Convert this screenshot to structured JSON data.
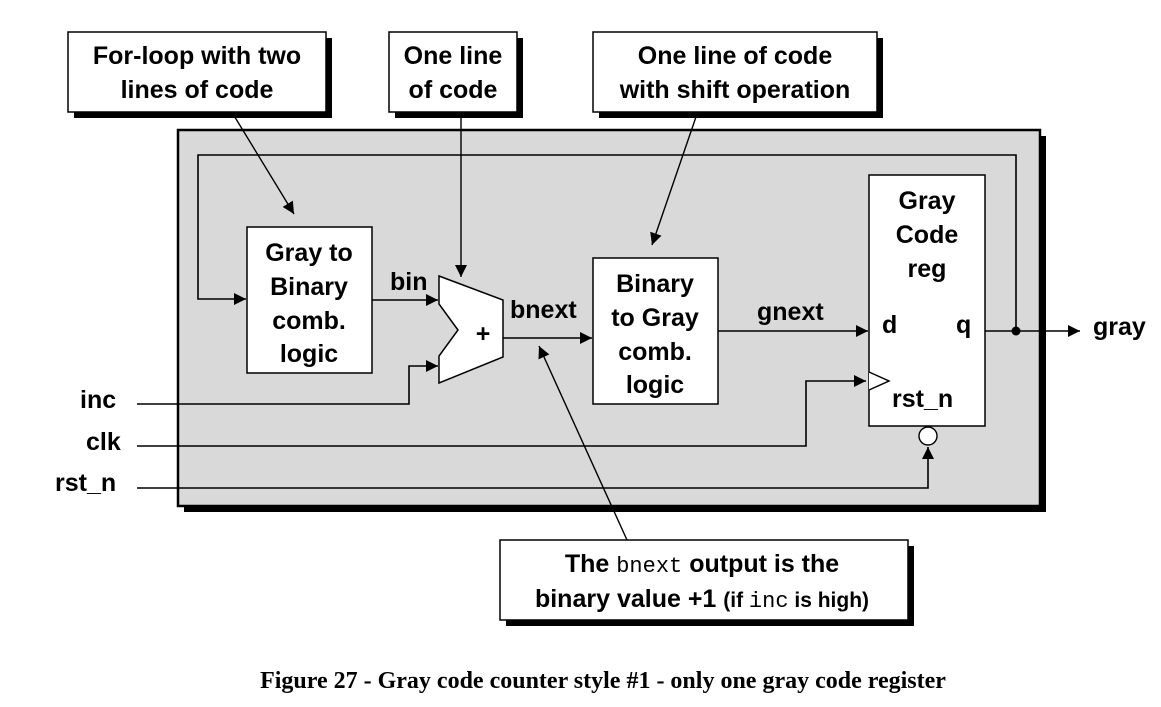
{
  "callouts": {
    "forloop": {
      "line1": "For-loop with two",
      "line2": "lines of code"
    },
    "oneline": {
      "line1": "One line",
      "line2": "of code"
    },
    "shift": {
      "line1": "One line of code",
      "line2": "with shift operation"
    },
    "bnext_note": {
      "l1_pre": "The ",
      "l1_code": "bnext",
      "l1_post": " output is the",
      "l2_pre": "binary value +1 ",
      "l2_paren_open": "(if ",
      "l2_code": "inc",
      "l2_paren_close": " is high)"
    }
  },
  "blocks": {
    "g2b": {
      "line1": "Gray to",
      "line2": "Binary",
      "line3": "comb.",
      "line4": "logic"
    },
    "b2g": {
      "line1": "Binary",
      "line2": "to Gray",
      "line3": "comb.",
      "line4": "logic"
    },
    "reg": {
      "line1": "Gray",
      "line2": "Code",
      "line3": "reg",
      "d": "d",
      "q": "q",
      "rst": "rst_n"
    },
    "adder": {
      "symbol": "+"
    }
  },
  "signals": {
    "bin": "bin",
    "bnext": "bnext",
    "gnext": "gnext",
    "gray": "gray",
    "inc": "inc",
    "clk": "clk",
    "rst_n": "rst_n"
  },
  "caption": "Figure 27 - Gray code counter style #1 - only one gray code register",
  "colors": {
    "panel": "#d9d9d9",
    "shadow": "#000000",
    "line": "#000000",
    "box": "#ffffff"
  }
}
